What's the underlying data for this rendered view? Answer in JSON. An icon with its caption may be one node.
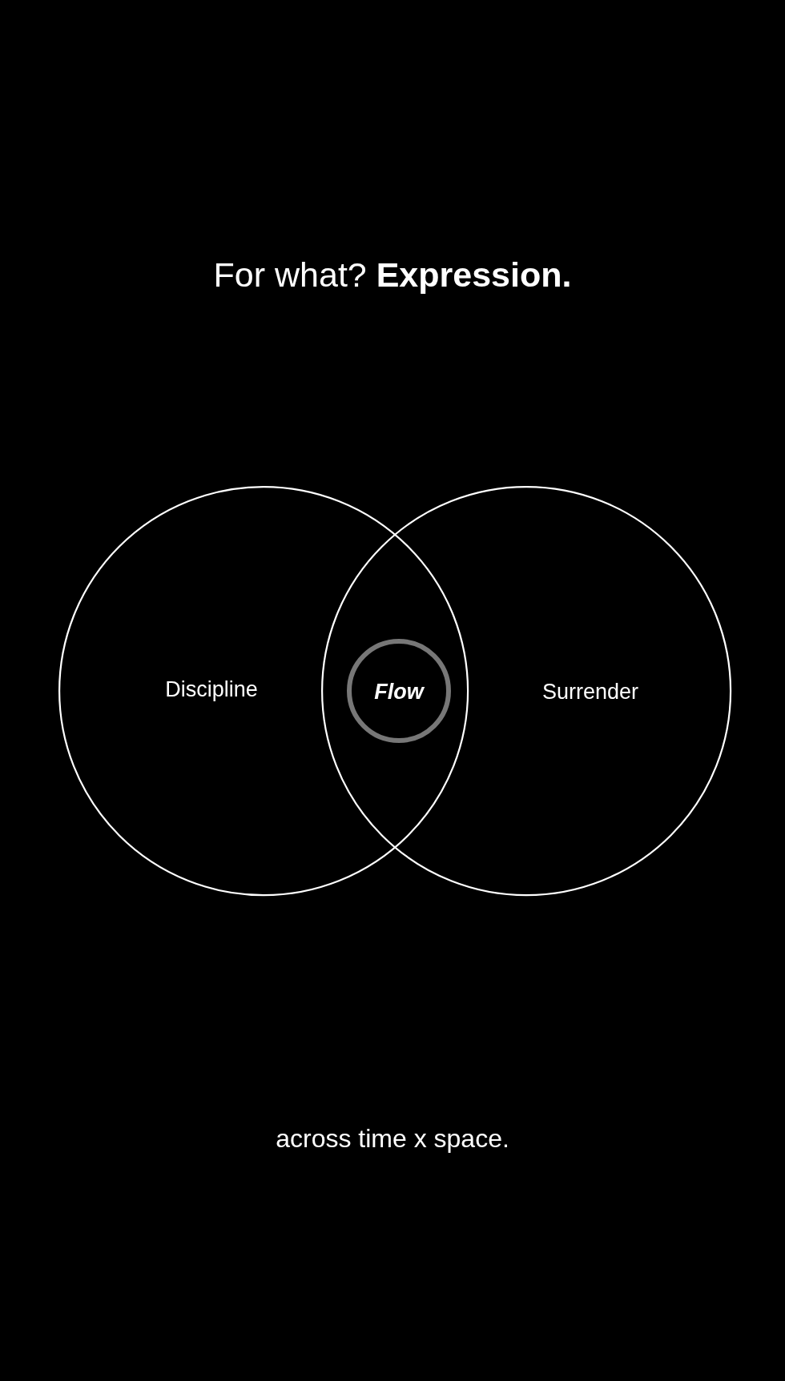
{
  "diagram": {
    "title": "For what? **Expression.**",
    "caption": "across time x space.",
    "nodes": [
      {
        "text": [
          "Discipline"
        ]
      },
      {
        "text": [
          "Surrender"
        ]
      },
      {
        "text": [
          "Flow"
        ]
      }
    ]
  }
}
